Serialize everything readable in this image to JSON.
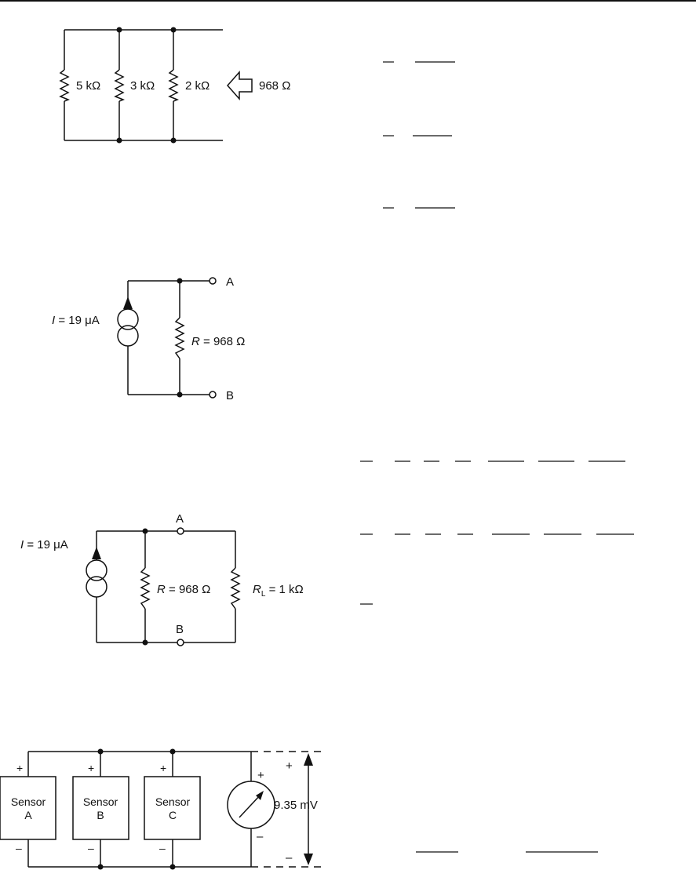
{
  "fig1": {
    "r1": "5 kΩ",
    "r2": "3 kΩ",
    "r3": "2 kΩ",
    "equivalent": "968 Ω"
  },
  "fig2": {
    "current_label": "I",
    "current_value": " = 19 μA",
    "resistor_label": "R",
    "resistor_value": " = 968 Ω",
    "terminal_a": "A",
    "terminal_b": "B"
  },
  "fig3": {
    "current_label": "I",
    "current_value": " = 19 μA",
    "resistor_label": "R",
    "resistor_value": " = 968 Ω",
    "load_label": "R",
    "load_sub": "L",
    "load_value": " = 1 kΩ",
    "terminal_a": "A",
    "terminal_b": "B"
  },
  "fig4": {
    "sensor_a_line1": "Sensor",
    "sensor_a_line2": "A",
    "sensor_b_line1": "Sensor",
    "sensor_b_line2": "B",
    "sensor_c_line1": "Sensor",
    "sensor_c_line2": "C",
    "plus": "+",
    "minus": "–",
    "voltage": "9.35 mV"
  }
}
